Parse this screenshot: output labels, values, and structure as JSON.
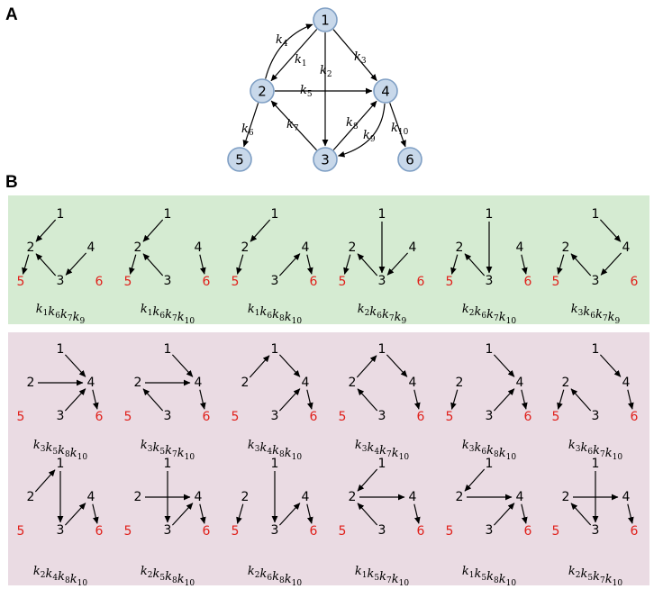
{
  "panels": {
    "a": "A",
    "b": "B"
  },
  "colors": {
    "node_fill": "#c8d8ea",
    "node_stroke": "#7f9fc4",
    "green_box": "#d5ebd2",
    "pink_box": "#eadbe3",
    "sink_red": "#e0201b"
  },
  "network": {
    "nodes": [
      {
        "id": "1",
        "label": "1"
      },
      {
        "id": "2",
        "label": "2"
      },
      {
        "id": "3",
        "label": "3"
      },
      {
        "id": "4",
        "label": "4"
      },
      {
        "id": "5",
        "label": "5"
      },
      {
        "id": "6",
        "label": "6"
      }
    ],
    "edges": [
      {
        "from": "1",
        "to": "2",
        "k": "k",
        "sub": "1"
      },
      {
        "from": "1",
        "to": "3",
        "k": "k",
        "sub": "2"
      },
      {
        "from": "1",
        "to": "4",
        "k": "k",
        "sub": "3"
      },
      {
        "from": "2",
        "to": "1",
        "k": "k",
        "sub": "4"
      },
      {
        "from": "2",
        "to": "4",
        "k": "k",
        "sub": "5"
      },
      {
        "from": "2",
        "to": "5",
        "k": "k",
        "sub": "6"
      },
      {
        "from": "3",
        "to": "2",
        "k": "k",
        "sub": "7"
      },
      {
        "from": "3",
        "to": "4",
        "k": "k",
        "sub": "8"
      },
      {
        "from": "4",
        "to": "3",
        "k": "k",
        "sub": "9"
      },
      {
        "from": "4",
        "to": "6",
        "k": "k",
        "sub": "10"
      }
    ]
  },
  "trees": {
    "green": [
      {
        "edges": [
          "1-2",
          "2-5",
          "3-2",
          "4-3"
        ],
        "caption": [
          [
            "k",
            "1"
          ],
          [
            "k",
            "6"
          ],
          [
            "k",
            "7"
          ],
          [
            "k",
            "9"
          ]
        ]
      },
      {
        "edges": [
          "1-2",
          "2-5",
          "3-2",
          "4-6"
        ],
        "caption": [
          [
            "k",
            "1"
          ],
          [
            "k",
            "6"
          ],
          [
            "k",
            "7"
          ],
          [
            "k",
            "10"
          ]
        ]
      },
      {
        "edges": [
          "1-2",
          "2-5",
          "3-4",
          "4-6"
        ],
        "caption": [
          [
            "k",
            "1"
          ],
          [
            "k",
            "6"
          ],
          [
            "k",
            "8"
          ],
          [
            "k",
            "10"
          ]
        ]
      },
      {
        "edges": [
          "1-3",
          "2-5",
          "3-2",
          "4-3"
        ],
        "caption": [
          [
            "k",
            "2"
          ],
          [
            "k",
            "6"
          ],
          [
            "k",
            "7"
          ],
          [
            "k",
            "9"
          ]
        ]
      },
      {
        "edges": [
          "1-3",
          "2-5",
          "3-2",
          "4-6"
        ],
        "caption": [
          [
            "k",
            "2"
          ],
          [
            "k",
            "6"
          ],
          [
            "k",
            "7"
          ],
          [
            "k",
            "10"
          ]
        ]
      },
      {
        "edges": [
          "1-4",
          "2-5",
          "3-2",
          "4-3"
        ],
        "caption": [
          [
            "k",
            "3"
          ],
          [
            "k",
            "6"
          ],
          [
            "k",
            "7"
          ],
          [
            "k",
            "9"
          ]
        ]
      }
    ],
    "pink_row1": [
      {
        "edges": [
          "1-4",
          "2-4",
          "3-4",
          "4-6"
        ],
        "caption": [
          [
            "k",
            "3"
          ],
          [
            "k",
            "5"
          ],
          [
            "k",
            "8"
          ],
          [
            "k",
            "10"
          ]
        ]
      },
      {
        "edges": [
          "1-4",
          "2-4",
          "3-2",
          "4-6"
        ],
        "caption": [
          [
            "k",
            "3"
          ],
          [
            "k",
            "5"
          ],
          [
            "k",
            "7"
          ],
          [
            "k",
            "10"
          ]
        ]
      },
      {
        "edges": [
          "1-4",
          "2-1",
          "3-4",
          "4-6"
        ],
        "caption": [
          [
            "k",
            "3"
          ],
          [
            "k",
            "4"
          ],
          [
            "k",
            "8"
          ],
          [
            "k",
            "10"
          ]
        ]
      },
      {
        "edges": [
          "1-4",
          "2-1",
          "3-2",
          "4-6"
        ],
        "caption": [
          [
            "k",
            "3"
          ],
          [
            "k",
            "4"
          ],
          [
            "k",
            "7"
          ],
          [
            "k",
            "10"
          ]
        ]
      },
      {
        "edges": [
          "1-4",
          "2-5",
          "3-4",
          "4-6"
        ],
        "caption": [
          [
            "k",
            "3"
          ],
          [
            "k",
            "6"
          ],
          [
            "k",
            "8"
          ],
          [
            "k",
            "10"
          ]
        ]
      },
      {
        "edges": [
          "1-4",
          "2-5",
          "3-2",
          "4-6"
        ],
        "caption": [
          [
            "k",
            "3"
          ],
          [
            "k",
            "6"
          ],
          [
            "k",
            "7"
          ],
          [
            "k",
            "10"
          ]
        ]
      }
    ],
    "pink_row2": [
      {
        "edges": [
          "1-3",
          "2-1",
          "3-4",
          "4-6"
        ],
        "caption": [
          [
            "k",
            "2"
          ],
          [
            "k",
            "4"
          ],
          [
            "k",
            "8"
          ],
          [
            "k",
            "10"
          ]
        ]
      },
      {
        "edges": [
          "1-3",
          "2-4",
          "3-4",
          "4-6"
        ],
        "caption": [
          [
            "k",
            "2"
          ],
          [
            "k",
            "5"
          ],
          [
            "k",
            "8"
          ],
          [
            "k",
            "10"
          ]
        ]
      },
      {
        "edges": [
          "1-3",
          "2-5",
          "3-4",
          "4-6"
        ],
        "caption": [
          [
            "k",
            "2"
          ],
          [
            "k",
            "6"
          ],
          [
            "k",
            "8"
          ],
          [
            "k",
            "10"
          ]
        ]
      },
      {
        "edges": [
          "1-2",
          "2-4",
          "3-2",
          "4-6"
        ],
        "caption": [
          [
            "k",
            "1"
          ],
          [
            "k",
            "5"
          ],
          [
            "k",
            "7"
          ],
          [
            "k",
            "10"
          ]
        ]
      },
      {
        "edges": [
          "1-2",
          "2-4",
          "3-4",
          "4-6"
        ],
        "caption": [
          [
            "k",
            "1"
          ],
          [
            "k",
            "5"
          ],
          [
            "k",
            "8"
          ],
          [
            "k",
            "10"
          ]
        ]
      },
      {
        "edges": [
          "1-3",
          "2-4",
          "3-2",
          "4-6"
        ],
        "caption": [
          [
            "k",
            "2"
          ],
          [
            "k",
            "5"
          ],
          [
            "k",
            "7"
          ],
          [
            "k",
            "10"
          ]
        ]
      }
    ]
  }
}
